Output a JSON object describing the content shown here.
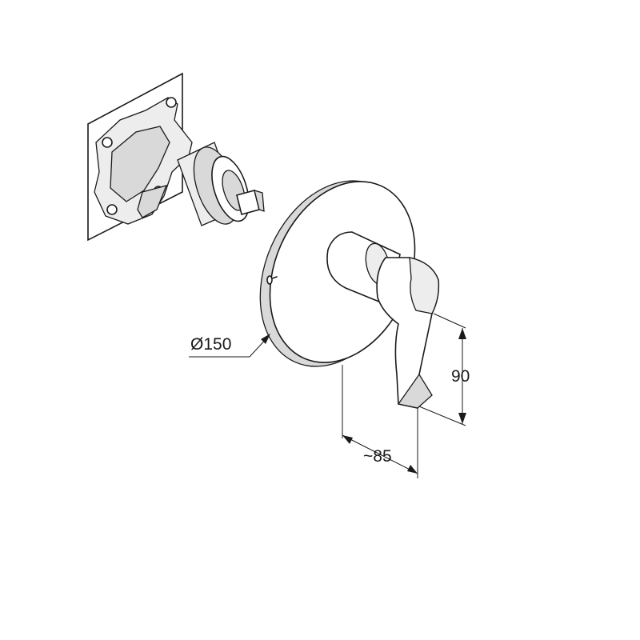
{
  "dimensions": {
    "diameter": "Ø150",
    "height": "90",
    "depth": "~85"
  },
  "colors": {
    "line": "#1a1a1a",
    "shade": "#d9d9d9",
    "background": "#ffffff"
  }
}
